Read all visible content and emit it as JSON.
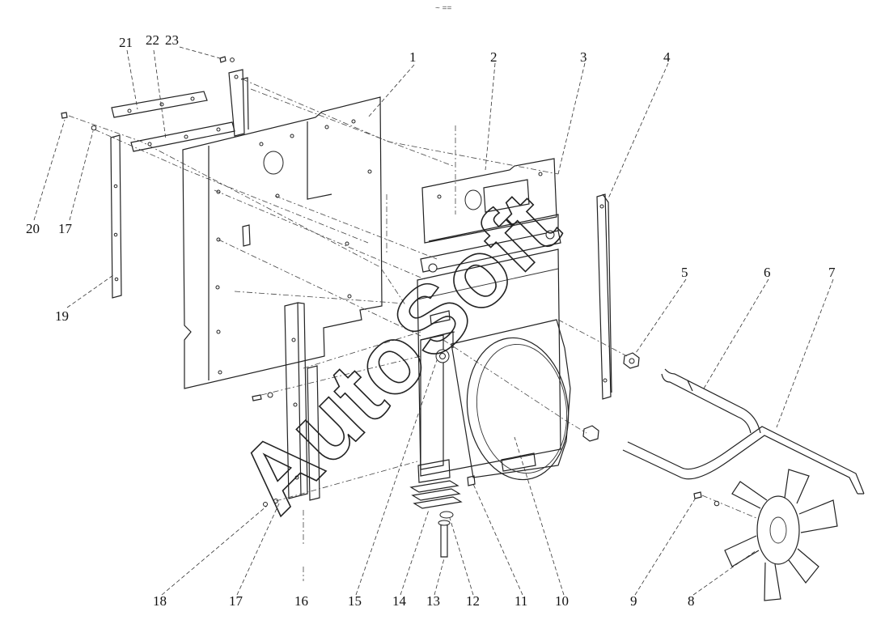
{
  "top_mark": "~ ==",
  "watermark": "AutoSoft",
  "callouts": [
    {
      "id": "c1",
      "label": "1"
    },
    {
      "id": "c2",
      "label": "2"
    },
    {
      "id": "c3",
      "label": "3"
    },
    {
      "id": "c4",
      "label": "4"
    },
    {
      "id": "c5",
      "label": "5"
    },
    {
      "id": "c6",
      "label": "6"
    },
    {
      "id": "c7",
      "label": "7"
    },
    {
      "id": "c8",
      "label": "8"
    },
    {
      "id": "c9",
      "label": "9"
    },
    {
      "id": "c10",
      "label": "10"
    },
    {
      "id": "c11",
      "label": "11"
    },
    {
      "id": "c12",
      "label": "12"
    },
    {
      "id": "c13",
      "label": "13"
    },
    {
      "id": "c14",
      "label": "14"
    },
    {
      "id": "c15",
      "label": "15"
    },
    {
      "id": "c16",
      "label": "16"
    },
    {
      "id": "c17a",
      "label": "17"
    },
    {
      "id": "c18",
      "label": "18"
    },
    {
      "id": "c17b",
      "label": "17"
    },
    {
      "id": "c19",
      "label": "19"
    },
    {
      "id": "c20",
      "label": "20"
    },
    {
      "id": "c21",
      "label": "21"
    },
    {
      "id": "c22",
      "label": "22"
    },
    {
      "id": "c23",
      "label": "23"
    }
  ]
}
